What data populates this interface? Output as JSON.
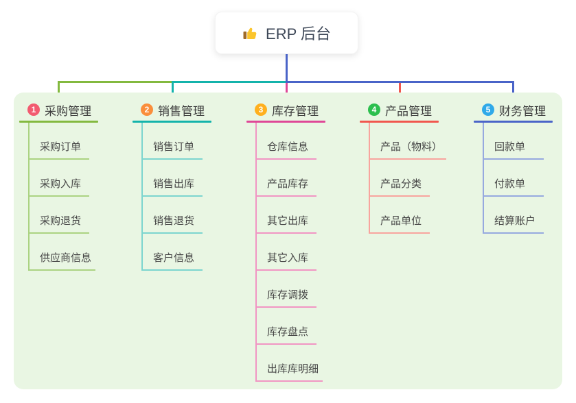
{
  "root": {
    "label": "ERP 后台",
    "icon": "thumbs-up-icon"
  },
  "colors": {
    "panel_bg": "#e9f6e3",
    "root_connector": "#4a64c8",
    "root_text": "#3d4757"
  },
  "branches": [
    {
      "num": "1",
      "title": "采购管理",
      "color": "#83b93f",
      "light_color": "#abd382",
      "badge_color": "#f25b70",
      "children": [
        "采购订单",
        "采购入库",
        "采购退货",
        "供应商信息"
      ]
    },
    {
      "num": "2",
      "title": "销售管理",
      "color": "#14b3ab",
      "light_color": "#7cd5cf",
      "badge_color": "#fa8e3c",
      "children": [
        "销售订单",
        "销售出库",
        "销售退货",
        "客户信息"
      ]
    },
    {
      "num": "3",
      "title": "库存管理",
      "color": "#df4797",
      "light_color": "#f195c3",
      "badge_color": "#ffb01e",
      "children": [
        "仓库信息",
        "产品库存",
        "其它出库",
        "其它入库",
        "库存调拨",
        "库存盘点",
        "出库库明细"
      ]
    },
    {
      "num": "4",
      "title": "产品管理",
      "color": "#f1574e",
      "light_color": "#f8a49e",
      "badge_color": "#2cbf4e",
      "children": [
        "产品（物料）",
        "产品分类",
        "产品单位"
      ]
    },
    {
      "num": "5",
      "title": "财务管理",
      "color": "#4a64c8",
      "light_color": "#96a9df",
      "badge_color": "#2fa9e9",
      "children": [
        "回款单",
        "付款单",
        "结算账户"
      ]
    }
  ]
}
